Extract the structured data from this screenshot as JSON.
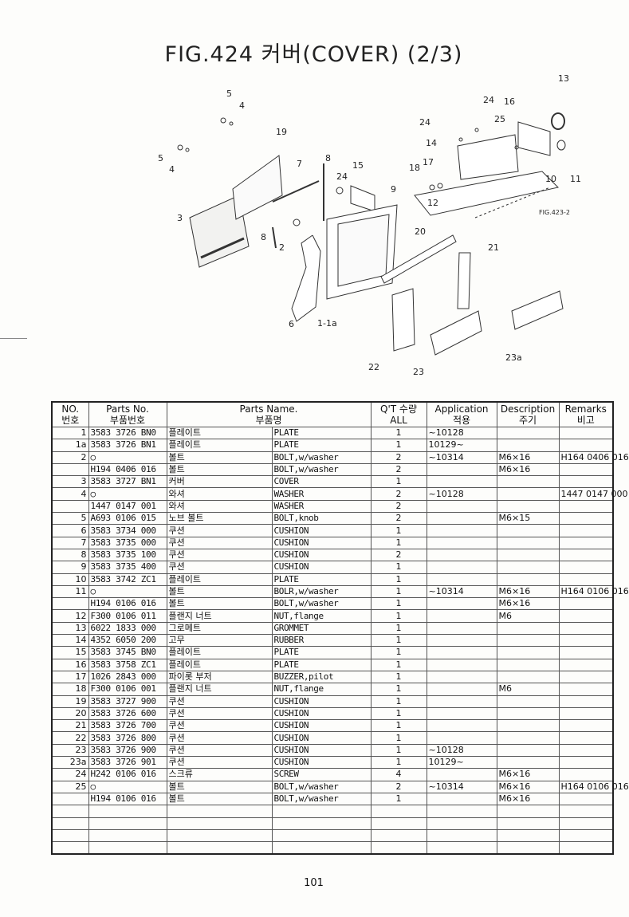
{
  "title": "FIG.424 커버(COVER) (2/3)",
  "diagram": {
    "callouts": [
      "13",
      "24",
      "16",
      "24",
      "25",
      "14",
      "17",
      "18",
      "10",
      "11",
      "12",
      "5",
      "4",
      "19",
      "5",
      "4",
      "7",
      "8",
      "24",
      "15",
      "9",
      "3",
      "8",
      "2",
      "20",
      "21",
      "6",
      "1-1a",
      "22",
      "23",
      "23a"
    ],
    "ref_label": "FIG.423-2"
  },
  "table": {
    "headers": {
      "no": [
        "NO.",
        "번호"
      ],
      "parts_no": [
        "Parts No.",
        "부품번호"
      ],
      "parts_name": [
        "Parts Name.",
        "부품명"
      ],
      "qty": [
        "Q'T 수량",
        "ALL"
      ],
      "application": [
        "Application",
        "적용"
      ],
      "description": [
        "Description",
        "주기"
      ],
      "remarks": [
        "Remarks",
        "비고"
      ]
    },
    "rows": [
      {
        "no": "1",
        "pn": "3583 3726 BN0",
        "ko": "플레이트",
        "en": "PLATE",
        "qty": "1",
        "app": "~10128",
        "desc": "",
        "rem": ""
      },
      {
        "no": "1a",
        "pn": "3583 3726 BN1",
        "ko": "플레이트",
        "en": "PLATE",
        "qty": "1",
        "app": "10129~",
        "desc": "",
        "rem": ""
      },
      {
        "no": "2",
        "pn": "○",
        "ko": "볼트",
        "en": "BOLT,w/washer",
        "qty": "2",
        "app": "~10314",
        "desc": "M6×16",
        "rem": "H164 0406 016"
      },
      {
        "no": "",
        "pn": "H194 0406 016",
        "ko": "볼트",
        "en": "BOLT,w/washer",
        "qty": "2",
        "app": "",
        "desc": "M6×16",
        "rem": ""
      },
      {
        "no": "3",
        "pn": "3583 3727 BN1",
        "ko": "커버",
        "en": "COVER",
        "qty": "1",
        "app": "",
        "desc": "",
        "rem": ""
      },
      {
        "no": "4",
        "pn": "○",
        "ko": "와셔",
        "en": "WASHER",
        "qty": "2",
        "app": "~10128",
        "desc": "",
        "rem": "1447 0147 000"
      },
      {
        "no": "",
        "pn": "1447 0147 001",
        "ko": "와셔",
        "en": "WASHER",
        "qty": "2",
        "app": "",
        "desc": "",
        "rem": ""
      },
      {
        "no": "5",
        "pn": "A693 0106 015",
        "ko": "노브 볼트",
        "en": "BOLT,knob",
        "qty": "2",
        "app": "",
        "desc": "M6×15",
        "rem": ""
      },
      {
        "no": "6",
        "pn": "3583 3734 000",
        "ko": "쿠션",
        "en": "CUSHION",
        "qty": "1",
        "app": "",
        "desc": "",
        "rem": ""
      },
      {
        "no": "7",
        "pn": "3583 3735 000",
        "ko": "쿠션",
        "en": "CUSHION",
        "qty": "1",
        "app": "",
        "desc": "",
        "rem": ""
      },
      {
        "no": "8",
        "pn": "3583 3735 100",
        "ko": "쿠션",
        "en": "CUSHION",
        "qty": "2",
        "app": "",
        "desc": "",
        "rem": ""
      },
      {
        "no": "9",
        "pn": "3583 3735 400",
        "ko": "쿠션",
        "en": "CUSHION",
        "qty": "1",
        "app": "",
        "desc": "",
        "rem": ""
      },
      {
        "no": "10",
        "pn": "3583 3742 ZC1",
        "ko": "플레이트",
        "en": "PLATE",
        "qty": "1",
        "app": "",
        "desc": "",
        "rem": ""
      },
      {
        "no": "11",
        "pn": "○",
        "ko": "볼트",
        "en": "BOLR,w/washer",
        "qty": "1",
        "app": "~10314",
        "desc": "M6×16",
        "rem": "H164 0106 016"
      },
      {
        "no": "",
        "pn": "H194 0106 016",
        "ko": "볼트",
        "en": "BOLT,w/washer",
        "qty": "1",
        "app": "",
        "desc": "M6×16",
        "rem": ""
      },
      {
        "no": "12",
        "pn": "F300 0106 011",
        "ko": "플랜지 너트",
        "en": "NUT,flange",
        "qty": "1",
        "app": "",
        "desc": "M6",
        "rem": ""
      },
      {
        "no": "13",
        "pn": "6022 1833 000",
        "ko": "그로메트",
        "en": "GROMMET",
        "qty": "1",
        "app": "",
        "desc": "",
        "rem": ""
      },
      {
        "no": "14",
        "pn": "4352 6050 200",
        "ko": "고무",
        "en": "RUBBER",
        "qty": "1",
        "app": "",
        "desc": "",
        "rem": ""
      },
      {
        "no": "15",
        "pn": "3583 3745 BN0",
        "ko": "플레이트",
        "en": "PLATE",
        "qty": "1",
        "app": "",
        "desc": "",
        "rem": ""
      },
      {
        "no": "16",
        "pn": "3583 3758 ZC1",
        "ko": "플레이트",
        "en": "PLATE",
        "qty": "1",
        "app": "",
        "desc": "",
        "rem": ""
      },
      {
        "no": "17",
        "pn": "1026 2843 000",
        "ko": "파이롯 부저",
        "en": "BUZZER,pilot",
        "qty": "1",
        "app": "",
        "desc": "",
        "rem": ""
      },
      {
        "no": "18",
        "pn": "F300 0106 001",
        "ko": "플랜지 너트",
        "en": "NUT,flange",
        "qty": "1",
        "app": "",
        "desc": "M6",
        "rem": ""
      },
      {
        "no": "19",
        "pn": "3583 3727 900",
        "ko": "쿠션",
        "en": "CUSHION",
        "qty": "1",
        "app": "",
        "desc": "",
        "rem": ""
      },
      {
        "no": "20",
        "pn": "3583 3726 600",
        "ko": "쿠션",
        "en": "CUSHION",
        "qty": "1",
        "app": "",
        "desc": "",
        "rem": ""
      },
      {
        "no": "21",
        "pn": "3583 3726 700",
        "ko": "쿠션",
        "en": "CUSHION",
        "qty": "1",
        "app": "",
        "desc": "",
        "rem": ""
      },
      {
        "no": "22",
        "pn": "3583 3726 800",
        "ko": "쿠션",
        "en": "CUSHION",
        "qty": "1",
        "app": "",
        "desc": "",
        "rem": ""
      },
      {
        "no": "23",
        "pn": "3583 3726 900",
        "ko": "쿠션",
        "en": "CUSHION",
        "qty": "1",
        "app": "~10128",
        "desc": "",
        "rem": ""
      },
      {
        "no": "23a",
        "pn": "3583 3726 901",
        "ko": "쿠션",
        "en": "CUSHION",
        "qty": "1",
        "app": "10129~",
        "desc": "",
        "rem": ""
      },
      {
        "no": "24",
        "pn": "H242 0106 016",
        "ko": "스크류",
        "en": "SCREW",
        "qty": "4",
        "app": "",
        "desc": "M6×16",
        "rem": ""
      },
      {
        "no": "25",
        "pn": "○",
        "ko": "볼트",
        "en": "BOLT,w/washer",
        "qty": "2",
        "app": "~10314",
        "desc": "M6×16",
        "rem": "H164 0106 016"
      },
      {
        "no": "",
        "pn": "H194 0106 016",
        "ko": "볼트",
        "en": "BOLT,w/washer",
        "qty": "1",
        "app": "",
        "desc": "M6×16",
        "rem": ""
      }
    ],
    "blank_rows": 4
  },
  "page_number": "101"
}
